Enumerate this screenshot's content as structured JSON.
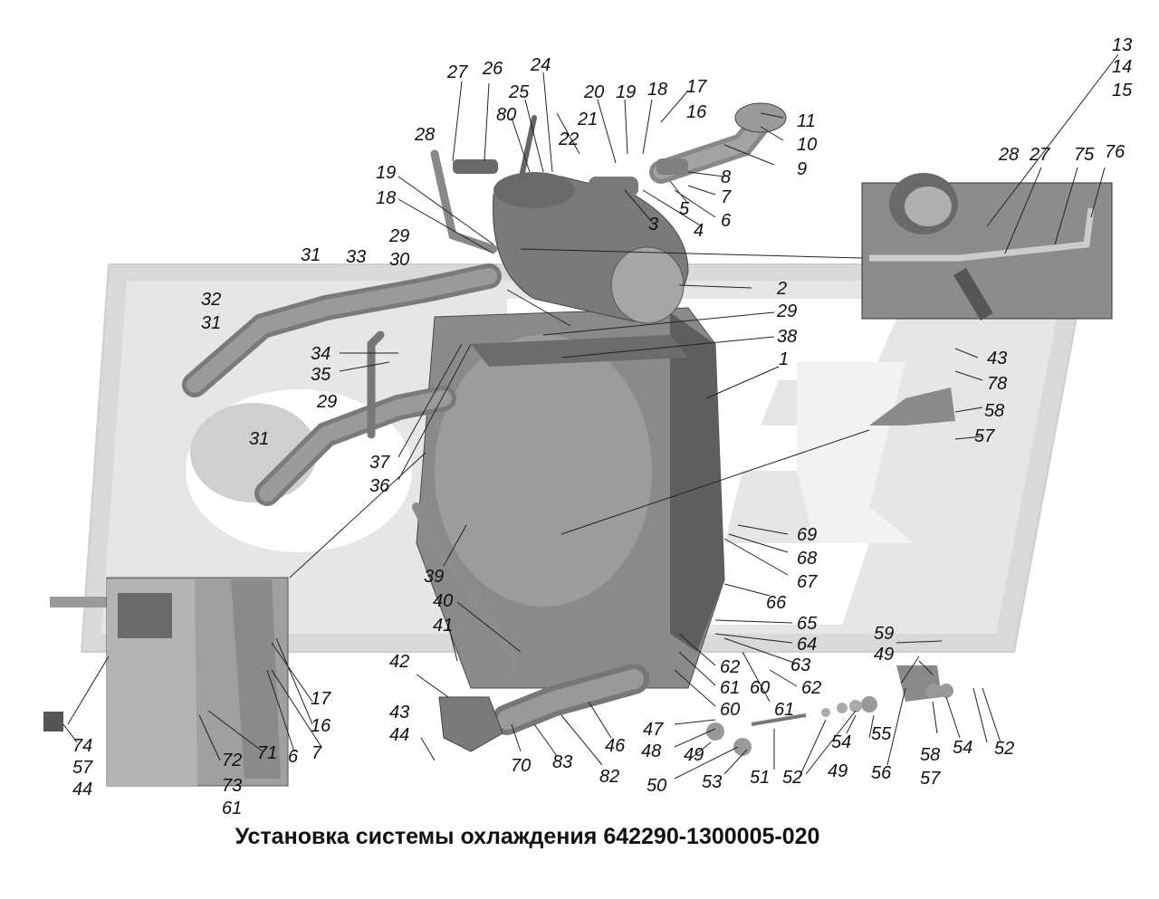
{
  "title": "Установка системы охлаждения 642290-1300005-020",
  "watermark": {
    "text": "GEX",
    "color": "#d4d4d4"
  },
  "colors": {
    "part": "#8a8a8a",
    "part_dark": "#5e5e5e",
    "part_light": "#bdbdbd",
    "background": "#ffffff",
    "label": "#111111"
  },
  "callouts": [
    {
      "text": "27"
    },
    {
      "text": "26"
    },
    {
      "text": "24"
    },
    {
      "text": "25"
    },
    {
      "text": "80"
    },
    {
      "text": "20"
    },
    {
      "text": "19"
    },
    {
      "text": "18"
    },
    {
      "text": "17"
    },
    {
      "text": "16"
    },
    {
      "text": "21"
    },
    {
      "text": "22"
    },
    {
      "text": "11"
    },
    {
      "text": "10"
    },
    {
      "text": "9"
    },
    {
      "text": "8"
    },
    {
      "text": "7"
    },
    {
      "text": "6"
    },
    {
      "text": "5"
    },
    {
      "text": "4"
    },
    {
      "text": "3"
    },
    {
      "text": "28"
    },
    {
      "text": "19"
    },
    {
      "text": "18"
    },
    {
      "text": "29"
    },
    {
      "text": "30"
    },
    {
      "text": "31"
    },
    {
      "text": "33"
    },
    {
      "text": "32"
    },
    {
      "text": "31"
    },
    {
      "text": "2"
    },
    {
      "text": "29"
    },
    {
      "text": "38"
    },
    {
      "text": "1"
    },
    {
      "text": "34"
    },
    {
      "text": "35"
    },
    {
      "text": "29"
    },
    {
      "text": "31"
    },
    {
      "text": "37"
    },
    {
      "text": "36"
    },
    {
      "text": "13"
    },
    {
      "text": "14"
    },
    {
      "text": "15"
    },
    {
      "text": "28"
    },
    {
      "text": "27"
    },
    {
      "text": "75"
    },
    {
      "text": "76"
    },
    {
      "text": "43"
    },
    {
      "text": "78"
    },
    {
      "text": "58"
    },
    {
      "text": "57"
    },
    {
      "text": "69"
    },
    {
      "text": "68"
    },
    {
      "text": "67"
    },
    {
      "text": "66"
    },
    {
      "text": "65"
    },
    {
      "text": "64"
    },
    {
      "text": "63"
    },
    {
      "text": "62"
    },
    {
      "text": "62"
    },
    {
      "text": "61"
    },
    {
      "text": "60"
    },
    {
      "text": "60"
    },
    {
      "text": "61"
    },
    {
      "text": "39"
    },
    {
      "text": "40"
    },
    {
      "text": "41"
    },
    {
      "text": "42"
    },
    {
      "text": "43"
    },
    {
      "text": "44"
    },
    {
      "text": "70"
    },
    {
      "text": "83"
    },
    {
      "text": "82"
    },
    {
      "text": "46"
    },
    {
      "text": "47"
    },
    {
      "text": "48"
    },
    {
      "text": "49"
    },
    {
      "text": "50"
    },
    {
      "text": "53"
    },
    {
      "text": "51"
    },
    {
      "text": "52"
    },
    {
      "text": "54"
    },
    {
      "text": "49"
    },
    {
      "text": "55"
    },
    {
      "text": "56"
    },
    {
      "text": "58"
    },
    {
      "text": "57"
    },
    {
      "text": "54"
    },
    {
      "text": "52"
    },
    {
      "text": "59"
    },
    {
      "text": "49"
    },
    {
      "text": "17"
    },
    {
      "text": "16"
    },
    {
      "text": "7"
    },
    {
      "text": "6"
    },
    {
      "text": "71"
    },
    {
      "text": "72"
    },
    {
      "text": "73"
    },
    {
      "text": "61"
    },
    {
      "text": "74"
    },
    {
      "text": "57"
    },
    {
      "text": "44"
    }
  ]
}
